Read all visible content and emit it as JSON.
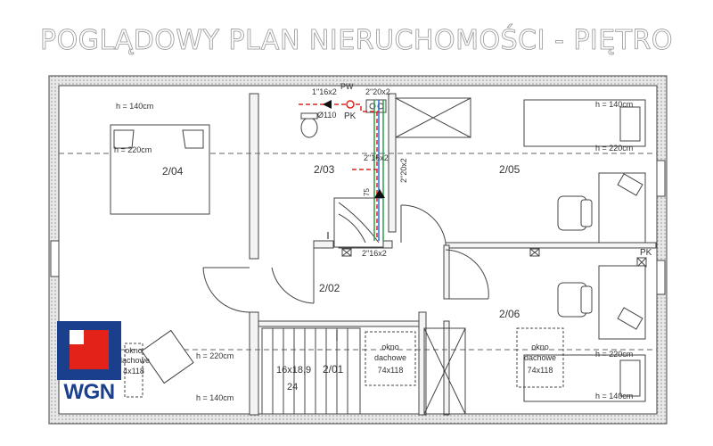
{
  "title": "POGLĄDOWY PLAN NIERUCHOMOŚCI - PIĘTRO",
  "rooms": {
    "r204": "2/04",
    "r203": "2/03",
    "r205": "2/05",
    "r202": "2/02",
    "r206": "2/06",
    "r201": "2/01"
  },
  "heights": {
    "h140": "h = 140cm",
    "h220": "h = 220cm"
  },
  "skylight": {
    "line1": "okno",
    "line2": "dachowe",
    "line3": "74x118"
  },
  "skylight_partial": "4x118",
  "installations": {
    "pipe_1x16": "1\"16x2",
    "pw": "PW",
    "pipe_2x20": "2\"20x2",
    "pk": "PK",
    "diam110": "Ø110",
    "pipe_2x16": "2\"16x2",
    "d75": "75",
    "pipe_2x20_v": "2\"20x2",
    "pipe_2x16b": "2\"16x2",
    "pk_right": "PK"
  },
  "stairs": {
    "dims": "16x18,9",
    "count": "24"
  },
  "logo_text": "WGN"
}
